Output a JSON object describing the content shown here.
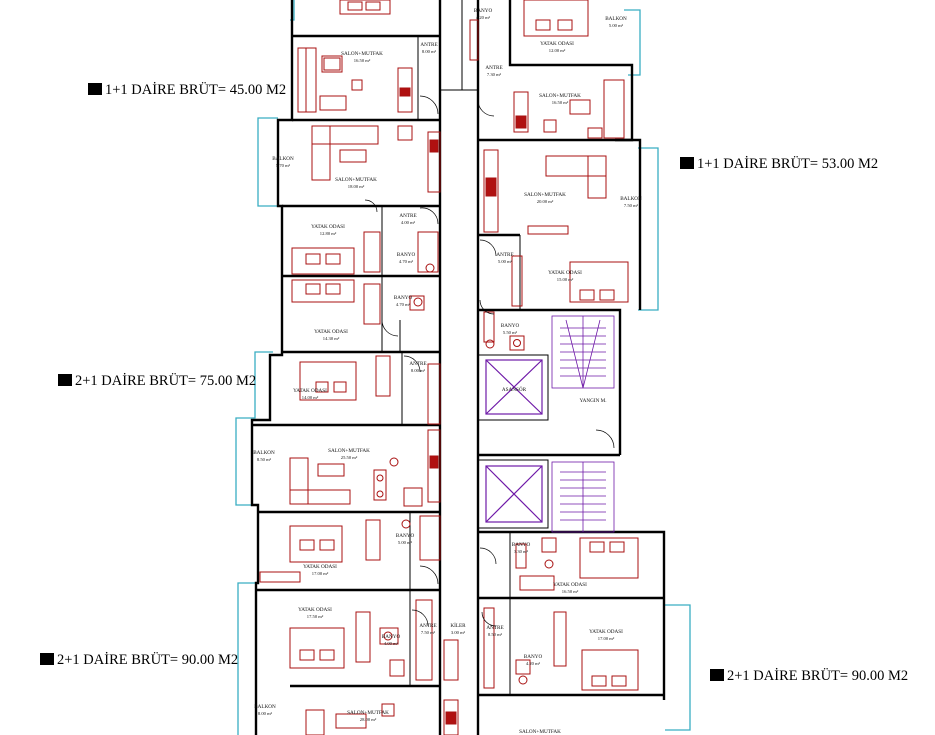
{
  "labels": {
    "unit_a": "1+1 DAİRE BRÜT= 45.00 M2",
    "unit_b": "1+1 DAİRE BRÜT= 53.00 M2",
    "unit_c": "2+1 DAİRE BRÜT= 75.00 M2",
    "unit_d": "2+1 DAİRE BRÜT= 90.00 M2",
    "unit_e": "2+1 DAİRE BRÜT= 90.00 M2"
  },
  "rooms": [
    {
      "id": "r01",
      "name": "BANYO",
      "area": "4.20 m²"
    },
    {
      "id": "r02",
      "name": "YATAK ODASI",
      "area": "12.00 m²"
    },
    {
      "id": "r03",
      "name": "BALKON",
      "area": "5.00 m²"
    },
    {
      "id": "r04",
      "name": "SALON+MUTFAK",
      "area": "16.50 m²"
    },
    {
      "id": "r05",
      "name": "ANTRE",
      "area": "8.00 m²"
    },
    {
      "id": "r06",
      "name": "ANTRE",
      "area": "7.30 m²"
    },
    {
      "id": "r07",
      "name": "SALON+MUTFAK",
      "area": "16.50 m²"
    },
    {
      "id": "r08",
      "name": "BALKON",
      "area": "5.70 m²"
    },
    {
      "id": "r09",
      "name": "SALON+MUTFAK",
      "area": "18.00 m²"
    },
    {
      "id": "r10",
      "name": "SALON+MUTFAK",
      "area": "20.00 m²"
    },
    {
      "id": "r11",
      "name": "BALKON",
      "area": "7.50 m²"
    },
    {
      "id": "r12",
      "name": "ANTRE",
      "area": "4.00 m²"
    },
    {
      "id": "r13",
      "name": "YATAK ODASI",
      "area": "12.80 m²"
    },
    {
      "id": "r14",
      "name": "BANYO",
      "area": "4.70 m²"
    },
    {
      "id": "r15",
      "name": "ANTRE",
      "area": "5.00 m²"
    },
    {
      "id": "r16",
      "name": "YATAK ODASI",
      "area": "15.00 m²"
    },
    {
      "id": "r17",
      "name": "BANYO",
      "area": "4.70 m²"
    },
    {
      "id": "r18",
      "name": "YATAK ODASI",
      "area": "14.30 m²"
    },
    {
      "id": "r19",
      "name": "BANYO",
      "area": "5.50 m²"
    },
    {
      "id": "r20",
      "name": "ANTRE",
      "area": "8.00 m²"
    },
    {
      "id": "r21",
      "name": "YATAK ODASI",
      "area": "14.00 m²"
    },
    {
      "id": "r22",
      "name": "ASANSÖR",
      "area": ""
    },
    {
      "id": "r23",
      "name": "YANGIN M.",
      "area": ""
    },
    {
      "id": "r24",
      "name": "BALKON",
      "area": "8.50 m²"
    },
    {
      "id": "r25",
      "name": "SALON+MUTFAK",
      "area": "25.50 m²"
    },
    {
      "id": "r26",
      "name": "BANYO",
      "area": "5.00 m²"
    },
    {
      "id": "r27",
      "name": "YATAK ODASI",
      "area": "17.00 m²"
    },
    {
      "id": "r28",
      "name": "BANYO",
      "area": "3.30 m²"
    },
    {
      "id": "r29",
      "name": "YATAK ODASI",
      "area": "16.50 m²"
    },
    {
      "id": "r30",
      "name": "YATAK ODASI",
      "area": "17.50 m²"
    },
    {
      "id": "r31",
      "name": "ANTRE",
      "area": "7.50 m²"
    },
    {
      "id": "r32",
      "name": "KİLER",
      "area": "3.00 m²"
    },
    {
      "id": "r33",
      "name": "ANTRE",
      "area": "8.50 m²"
    },
    {
      "id": "r34",
      "name": "YATAK ODASI",
      "area": "17.00 m²"
    },
    {
      "id": "r35",
      "name": "BANYO",
      "area": "4.00 m²"
    },
    {
      "id": "r36",
      "name": "BANYO",
      "area": "4.20 m²"
    },
    {
      "id": "r37",
      "name": "BALKON",
      "area": "8.00 m²"
    },
    {
      "id": "r38",
      "name": "SALON+MUTFAK",
      "area": "28.00 m²"
    },
    {
      "id": "r39",
      "name": "SALON+MUTFAK",
      "area": ""
    }
  ]
}
